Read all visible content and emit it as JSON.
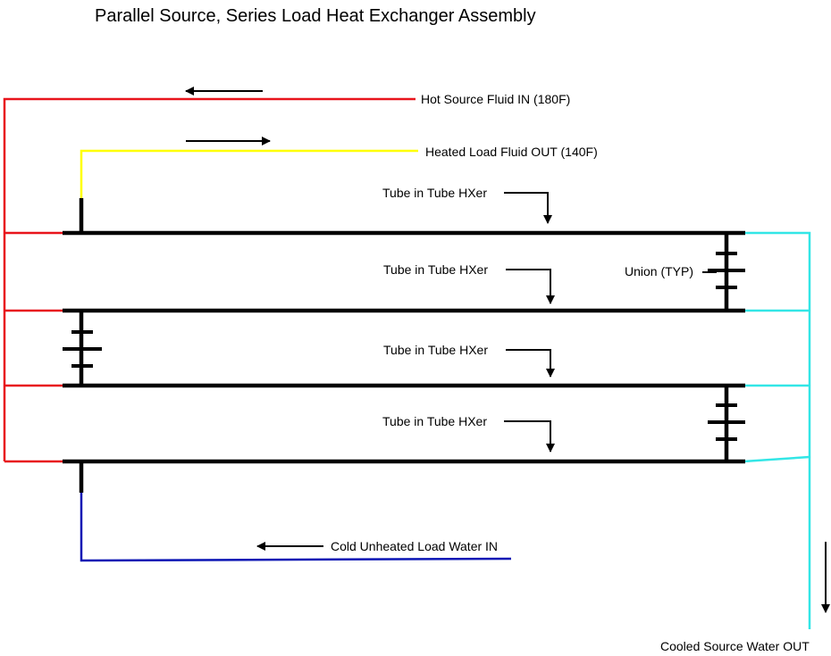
{
  "diagram": {
    "title": "Parallel Source, Series Load  Heat Exchanger Assembly",
    "labels": {
      "hot_in": "Hot Source Fluid IN (180F)",
      "heated_out": "Heated Load Fluid OUT (140F)",
      "hxer_1": "Tube in Tube HXer",
      "hxer_2": "Tube in Tube HXer",
      "hxer_3": "Tube in Tube HXer",
      "hxer_4": "Tube in Tube HXer",
      "union": "Union (TYP)",
      "cold_in": "Cold Unheated Load Water IN",
      "cooled_out": "Cooled Source Water OUT"
    },
    "colors": {
      "hot_source": "#e8141c",
      "heated_load": "#ffff00",
      "cold_load": "#0a14b4",
      "cooled_source": "#33e6e6",
      "exchanger": "#000000"
    }
  }
}
